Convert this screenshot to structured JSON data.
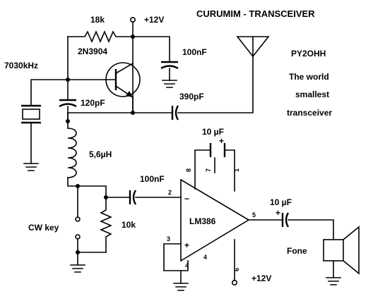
{
  "header": {
    "title": "CURUMIM  -  TRANSCEIVER",
    "callsign": "PY2OHH",
    "tagline": [
      "The world",
      "smallest",
      "transceiver"
    ]
  },
  "labels": {
    "r_top": "18k",
    "supply_top": "+12V",
    "transistor": "2N3904",
    "c_100nf_top": "100nF",
    "crystal_freq": "7030kHz",
    "c_120pf": "120pF",
    "c_390pf": "390pF",
    "inductor": "5,6µH",
    "c_10uf_top": "10 µF",
    "c_100nf_in": "100nF",
    "c_10uf_out": "10 µF",
    "cw_key": "CW key",
    "r_10k": "10k",
    "ic": "LM386",
    "fone": "Fone",
    "supply_bottom": "+12V"
  },
  "pins": {
    "p8": "8",
    "p7": "7",
    "p1": "1",
    "p2": "2",
    "p3": "3",
    "p4a": "4",
    "p4b": "4",
    "p5": "5",
    "p6": "6"
  }
}
